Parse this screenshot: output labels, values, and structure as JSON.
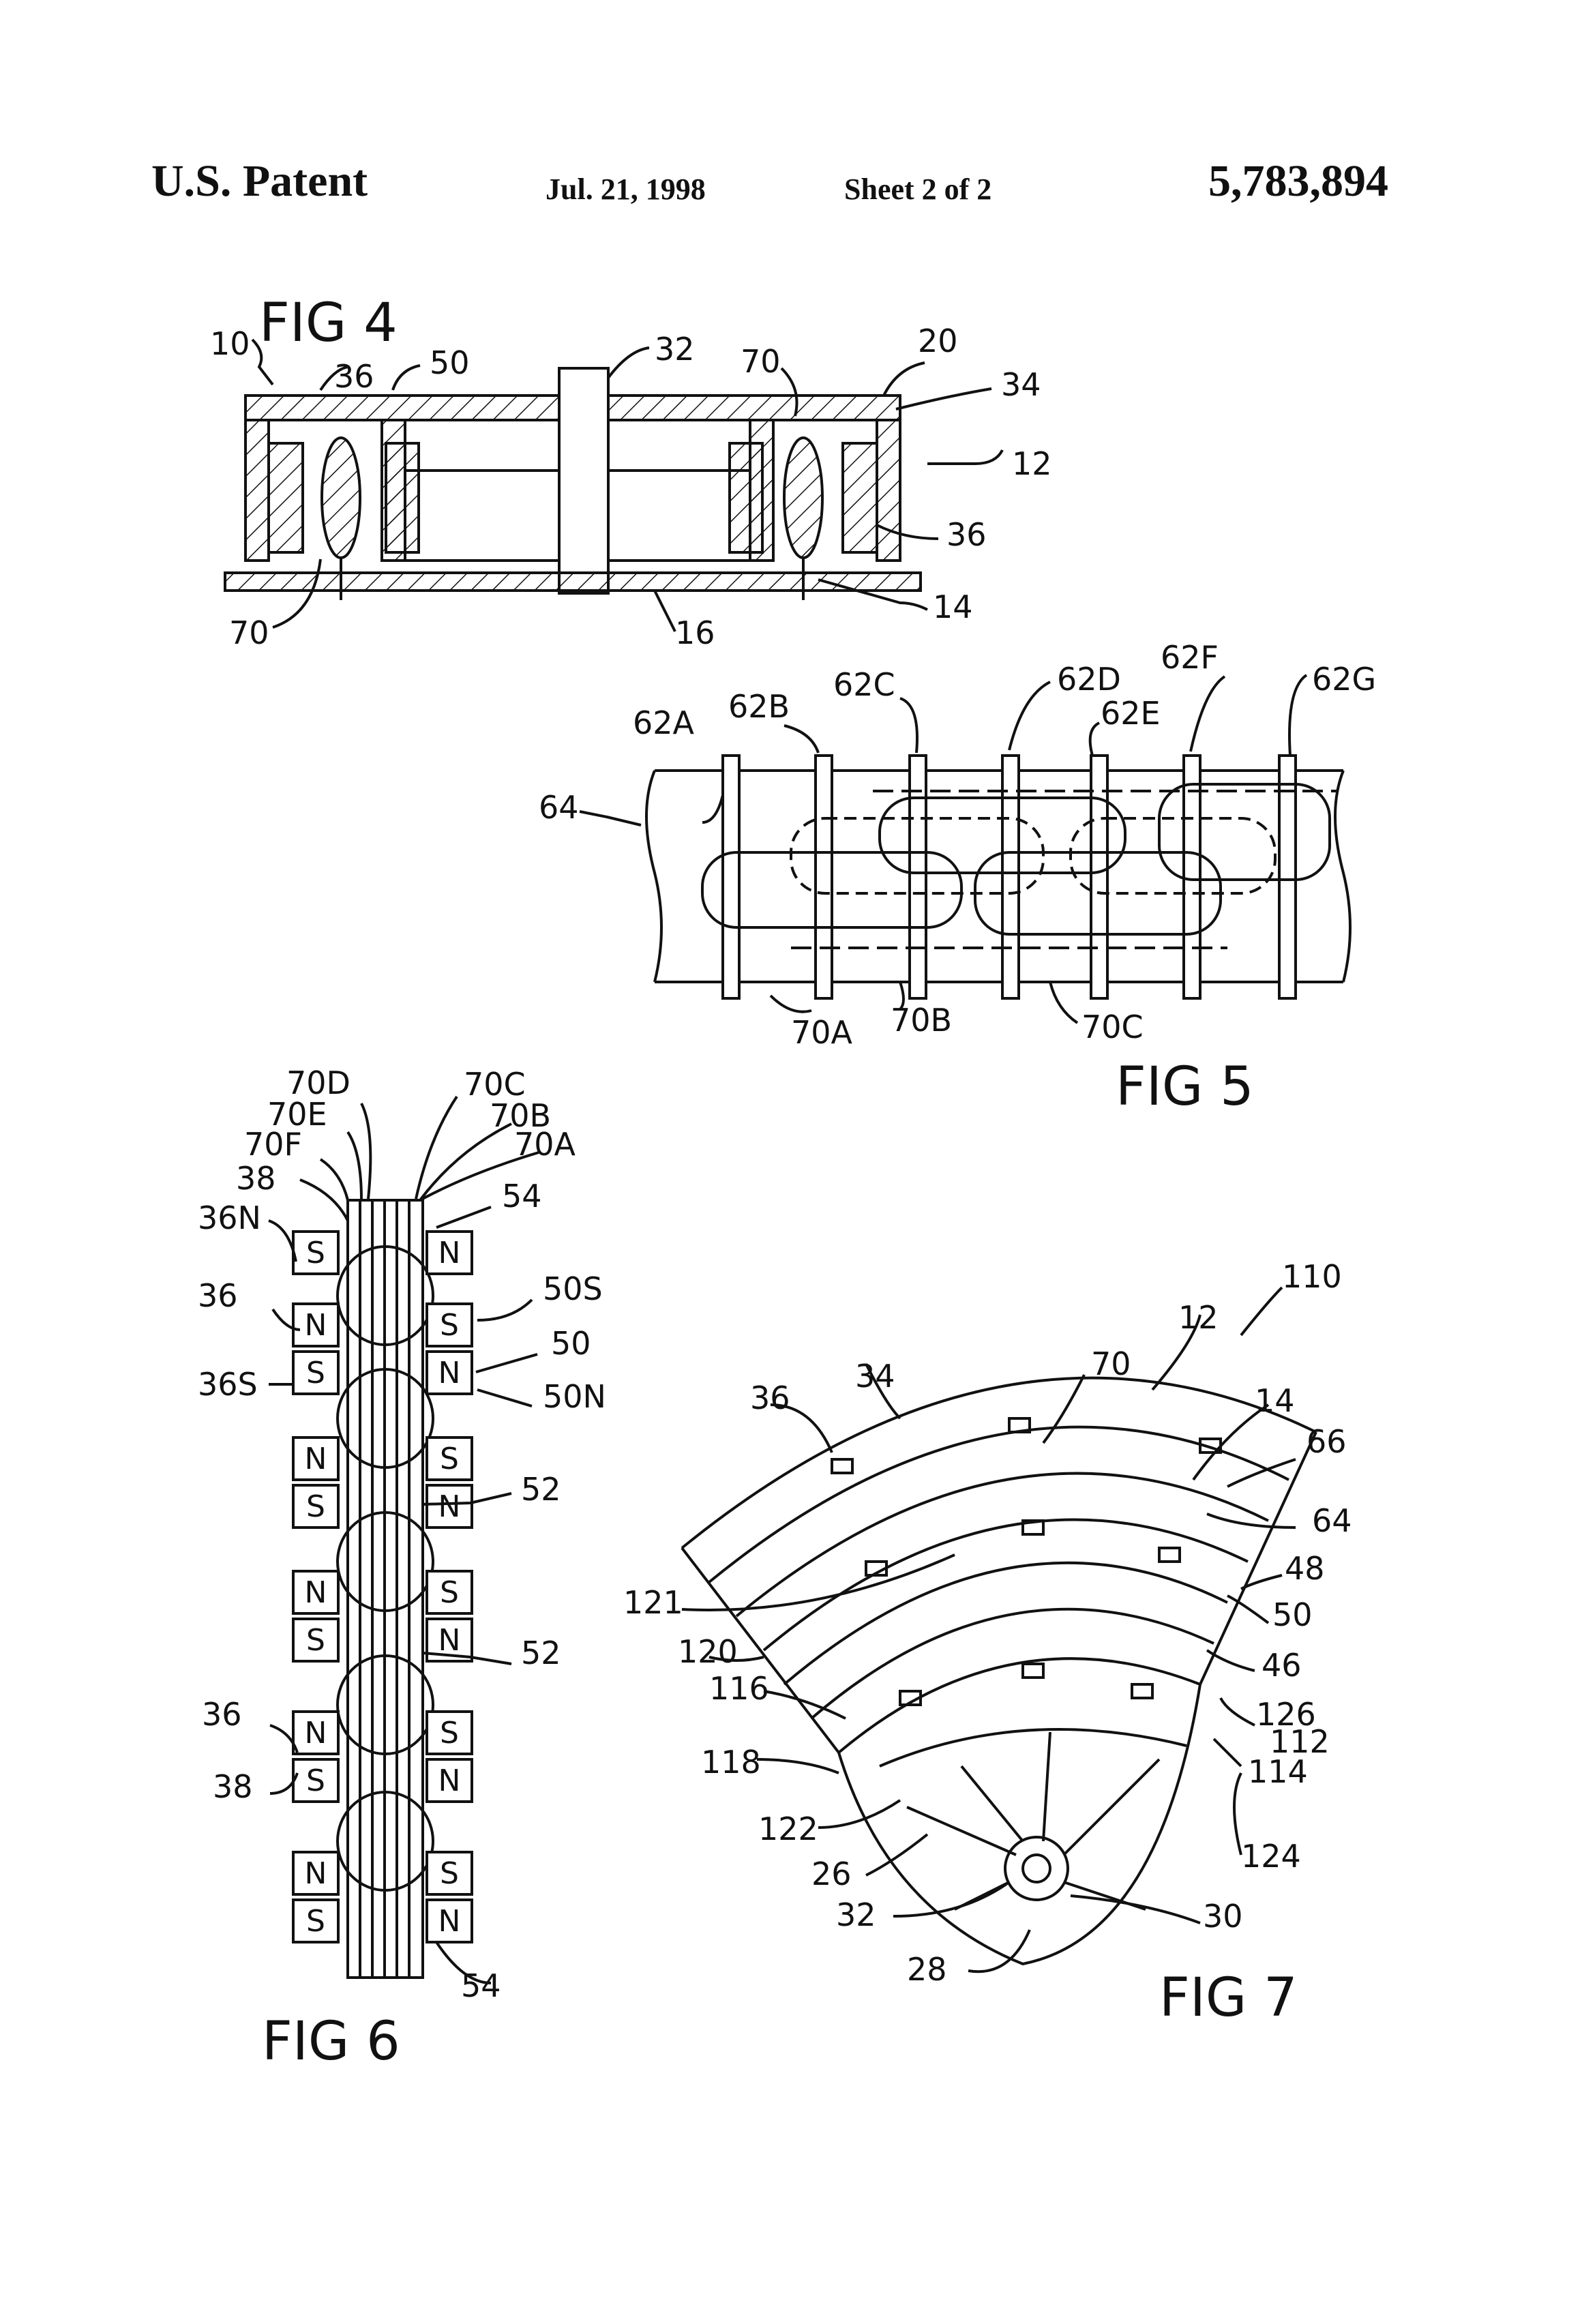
{
  "header": {
    "left": "U.S. Patent",
    "date": "Jul. 21, 1998",
    "sheet": "Sheet 2 of 2",
    "number": "5,783,894"
  },
  "fig4": {
    "title": "FIG 4",
    "labels": [
      "10",
      "36",
      "50",
      "32",
      "70",
      "20",
      "34",
      "12",
      "36",
      "14",
      "16",
      "70"
    ]
  },
  "fig5": {
    "title": "FIG 5",
    "labels": [
      "62A",
      "62B",
      "62C",
      "62D",
      "62E",
      "62F",
      "62G",
      "64",
      "70A",
      "70B",
      "70C"
    ]
  },
  "fig6": {
    "title": "FIG 6",
    "labels": [
      "70D",
      "70C",
      "70E",
      "70B",
      "70F",
      "70A",
      "38",
      "54",
      "36N",
      "36",
      "50S",
      "50",
      "36S",
      "50N",
      "52",
      "52",
      "36",
      "38",
      "54"
    ],
    "left_poles": [
      "S",
      "N",
      "S",
      "N",
      "S",
      "N",
      "S",
      "N",
      "S",
      "N",
      "S"
    ],
    "right_poles": [
      "N",
      "S",
      "N",
      "S",
      "N",
      "S",
      "N",
      "S",
      "N",
      "S",
      "N"
    ]
  },
  "fig7": {
    "title": "FIG 7",
    "labels": [
      "110",
      "12",
      "70",
      "34",
      "36",
      "14",
      "66",
      "64",
      "48",
      "121",
      "50",
      "120",
      "46",
      "116",
      "126",
      "112",
      "118",
      "114",
      "122",
      "26",
      "124",
      "32",
      "30",
      "28"
    ]
  }
}
